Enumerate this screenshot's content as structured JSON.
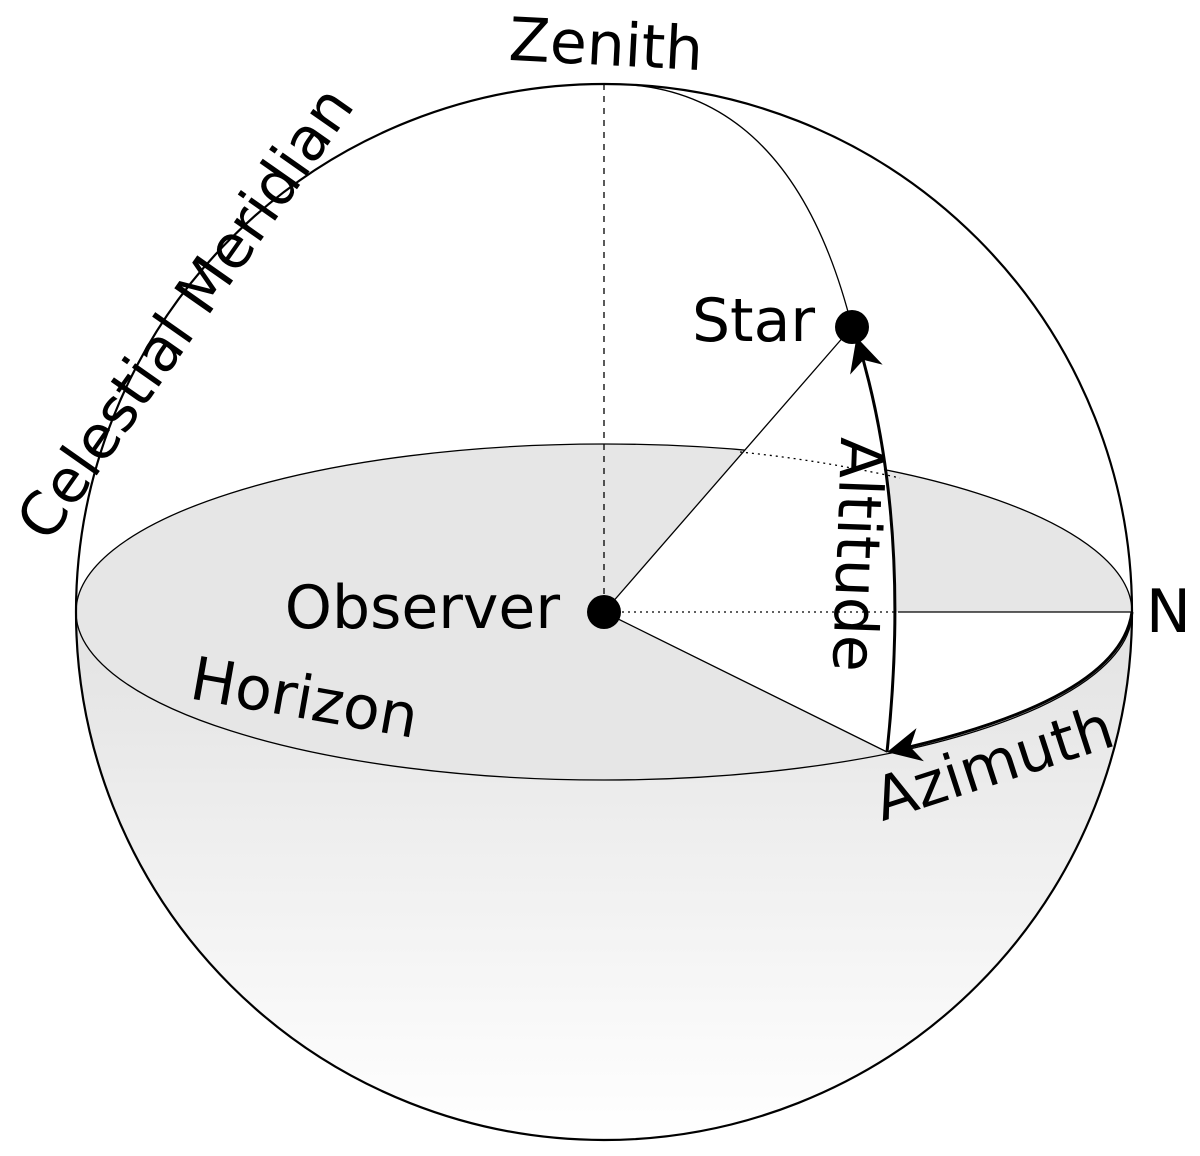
{
  "diagram": {
    "labels": {
      "zenith": "Zenith",
      "celestial_meridian": "Celestial Meridian",
      "star": "Star",
      "observer": "Observer",
      "horizon": "Horizon",
      "north": "N",
      "altitude": "Altitude",
      "azimuth": "Azimuth"
    },
    "colors": {
      "ink": "#000000",
      "horizon_fill": "#e6e6e6",
      "lower_hemisphere_top": "#e4e4e4",
      "lower_hemisphere_bottom": "#ffffff",
      "background": "#ffffff"
    }
  }
}
